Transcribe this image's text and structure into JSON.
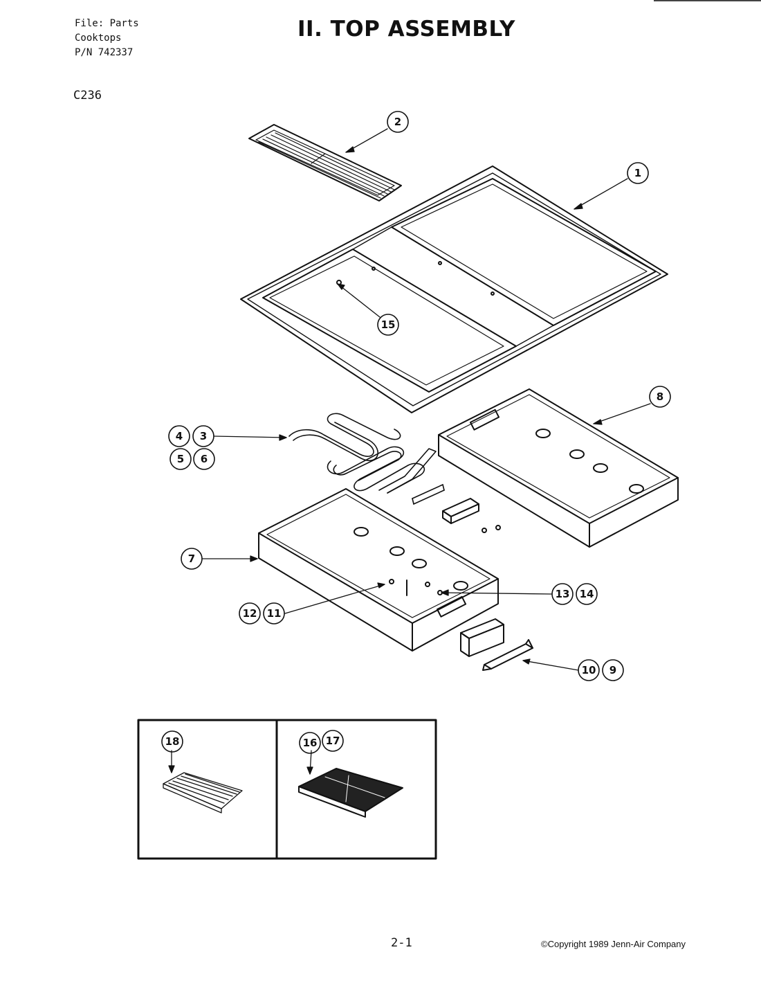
{
  "header": {
    "file_line": "File: Parts",
    "category": "Cooktops",
    "part_number": "P/N 742337",
    "title": "II. TOP ASSEMBLY",
    "model": "C236"
  },
  "callouts": {
    "c1": "1",
    "c2": "2",
    "c3": "3",
    "c4": "4",
    "c5": "5",
    "c6": "6",
    "c7": "7",
    "c8": "8",
    "c9": "9",
    "c10": "10",
    "c11": "11",
    "c12": "12",
    "c13": "13",
    "c14": "14",
    "c15": "15",
    "c16": "16",
    "c17": "17",
    "c18": "18"
  },
  "footer": {
    "page": "2-1",
    "copyright": "©Copyright 1989 Jenn-Air Company"
  }
}
